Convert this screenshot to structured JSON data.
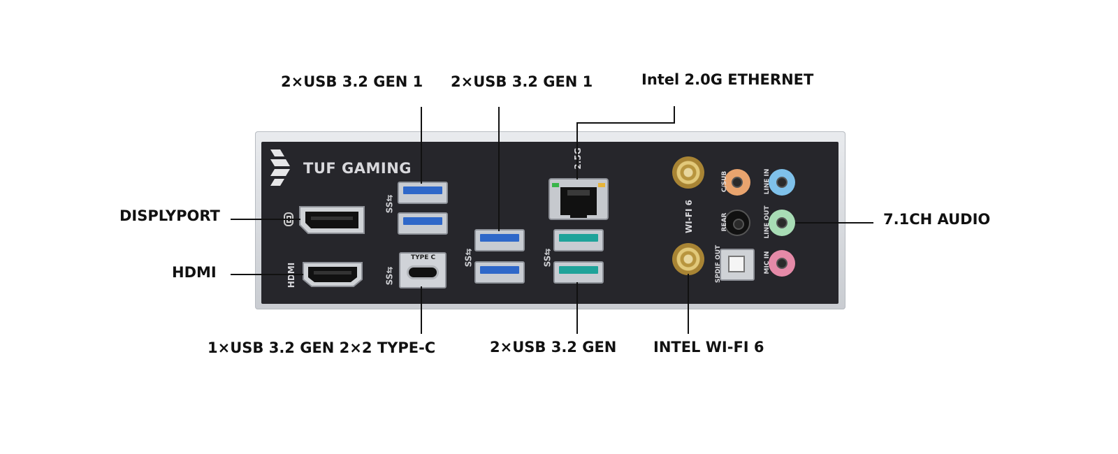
{
  "callouts": {
    "usb_left_top": "2×USB 3.2 GEN 1",
    "usb_mid_top": "2×USB 3.2 GEN 1",
    "ethernet": "Intel 2.0G ETHERNET",
    "displayport": "DISPLYPORT",
    "hdmi": "HDMI",
    "audio": "7.1CH AUDIO",
    "typec": "1×USB 3.2 GEN 2×2 TYPE-C",
    "usb_gen": "2×USB 3.2 GEN",
    "wifi": "INTEL WI-FI 6"
  },
  "panel": {
    "brand": "TUF GAMING",
    "hdmi_label": "HDMI",
    "typec_label": "TYPE C",
    "lan_speed": "2.5G",
    "wifi_label": "WI-FI 6",
    "audio_labels": {
      "c_sub": "C/SUB",
      "rear": "REAR",
      "spdif": "SPDIF OUT",
      "line_in": "LINE IN",
      "line_out": "LINE OUT",
      "mic_in": "MIC IN"
    }
  },
  "colors": {
    "usb3_blue": "#2f68c9",
    "usb_teal": "#1fa39a",
    "jack_orange": "#e9a46e",
    "jack_black": "#1a1a1a",
    "jack_blue": "#7fc1ea",
    "jack_green": "#a8dcb5",
    "jack_pink": "#e58aa8"
  },
  "icons": [
    "tuf-logo-icon",
    "displayport-icon",
    "superspeed-usb-icon",
    "antenna-connector-icon"
  ]
}
